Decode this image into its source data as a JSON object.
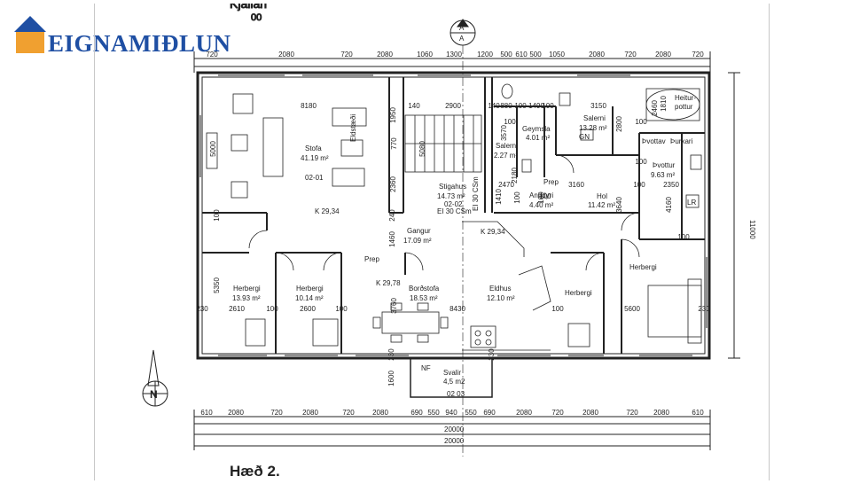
{
  "brand": {
    "name": "EIGNAMIÐLUN",
    "color": "#1f4fa3",
    "accent": "#f0a030"
  },
  "header_fragments": {
    "top_text": "Kjallari",
    "top_sub": "00",
    "section_marker": "A"
  },
  "floor_title": "Hæð 2.",
  "rooms": {
    "stofa": {
      "name": "Stofa",
      "area": "41.19 m²",
      "code": "02-01"
    },
    "stigahus": {
      "name": "Stigahus",
      "area": "14.73 m²",
      "code": "02-02",
      "note1": "EI 30 CSm",
      "note2": "EI 30 CSm"
    },
    "gangur": {
      "name": "Gangur",
      "area": "17.09 m²"
    },
    "salerni_a": {
      "name": "Salerni",
      "area": "2.27 m²"
    },
    "geymsla": {
      "name": "Geymsla",
      "area": "4.01 m²"
    },
    "salerni_b": {
      "name": "Salerni",
      "area": "13.28 m²"
    },
    "heiturpottur": {
      "name": "Heitur-",
      "name2": "pottur"
    },
    "pvottav": {
      "name": "Þvottav",
      "extra": "Þurkari"
    },
    "pvottur": {
      "name": "Þvottur",
      "area": "9.63 m²"
    },
    "anddyri": {
      "name": "Anddyri",
      "area": "4.40 m²"
    },
    "hol": {
      "name": "Hol",
      "area": "11.42 m²"
    },
    "herbergi_1": {
      "name": "Herbergi",
      "area": "13.93 m²"
    },
    "herbergi_2": {
      "name": "Herbergi",
      "area": "10.14 m²"
    },
    "bordstofa": {
      "name": "Borðstofa",
      "area": "18.53 m²"
    },
    "eldhus": {
      "name": "Eldhus",
      "area": "12.10 m²"
    },
    "herbergi_3": {
      "name": "Herbergi"
    },
    "herbergi_4": {
      "name": "Herbergi"
    },
    "svalir": {
      "name": "Svalir",
      "area": "4,5 m2",
      "code": "02 03"
    }
  },
  "labels": {
    "eldstaedi": "Eldstæði",
    "prep1": "Prep",
    "prep2": "Prep",
    "gn": "GN",
    "lr": "LR",
    "nf": "NF",
    "k1": "K 29,34",
    "k2": "K 29,34",
    "k3": "K 29,78"
  },
  "dims": {
    "top_row": [
      "720",
      "2080",
      "720",
      "2080",
      "1060",
      "1300",
      "1200",
      "500",
      "610",
      "500",
      "1050",
      "2080",
      "720",
      "2080",
      "720"
    ],
    "bottom_row1": [
      "610",
      "2080",
      "720",
      "2080",
      "720",
      "2080",
      "690",
      "550",
      "940",
      "550",
      "690",
      "2080",
      "720",
      "2080",
      "720",
      "2080",
      "610"
    ],
    "total_1": "20000",
    "total_2": "20000",
    "right_total": "11000",
    "interior": [
      "8180",
      "2900",
      "140",
      "140",
      "880",
      "100",
      "1490",
      "100",
      "3150",
      "2460",
      "1810",
      "1950",
      "3570",
      "2800",
      "5000",
      "100",
      "2360",
      "5080",
      "770",
      "2180",
      "2470",
      "2350",
      "3160",
      "100",
      "4160",
      "3640",
      "1410",
      "100",
      "100",
      "240",
      "1460",
      "5350",
      "230",
      "2610",
      "100",
      "2600",
      "100",
      "8430",
      "3760",
      "100",
      "5600",
      "230",
      "230",
      "1600",
      "230",
      "100",
      "100",
      "100",
      "100",
      "100"
    ]
  }
}
